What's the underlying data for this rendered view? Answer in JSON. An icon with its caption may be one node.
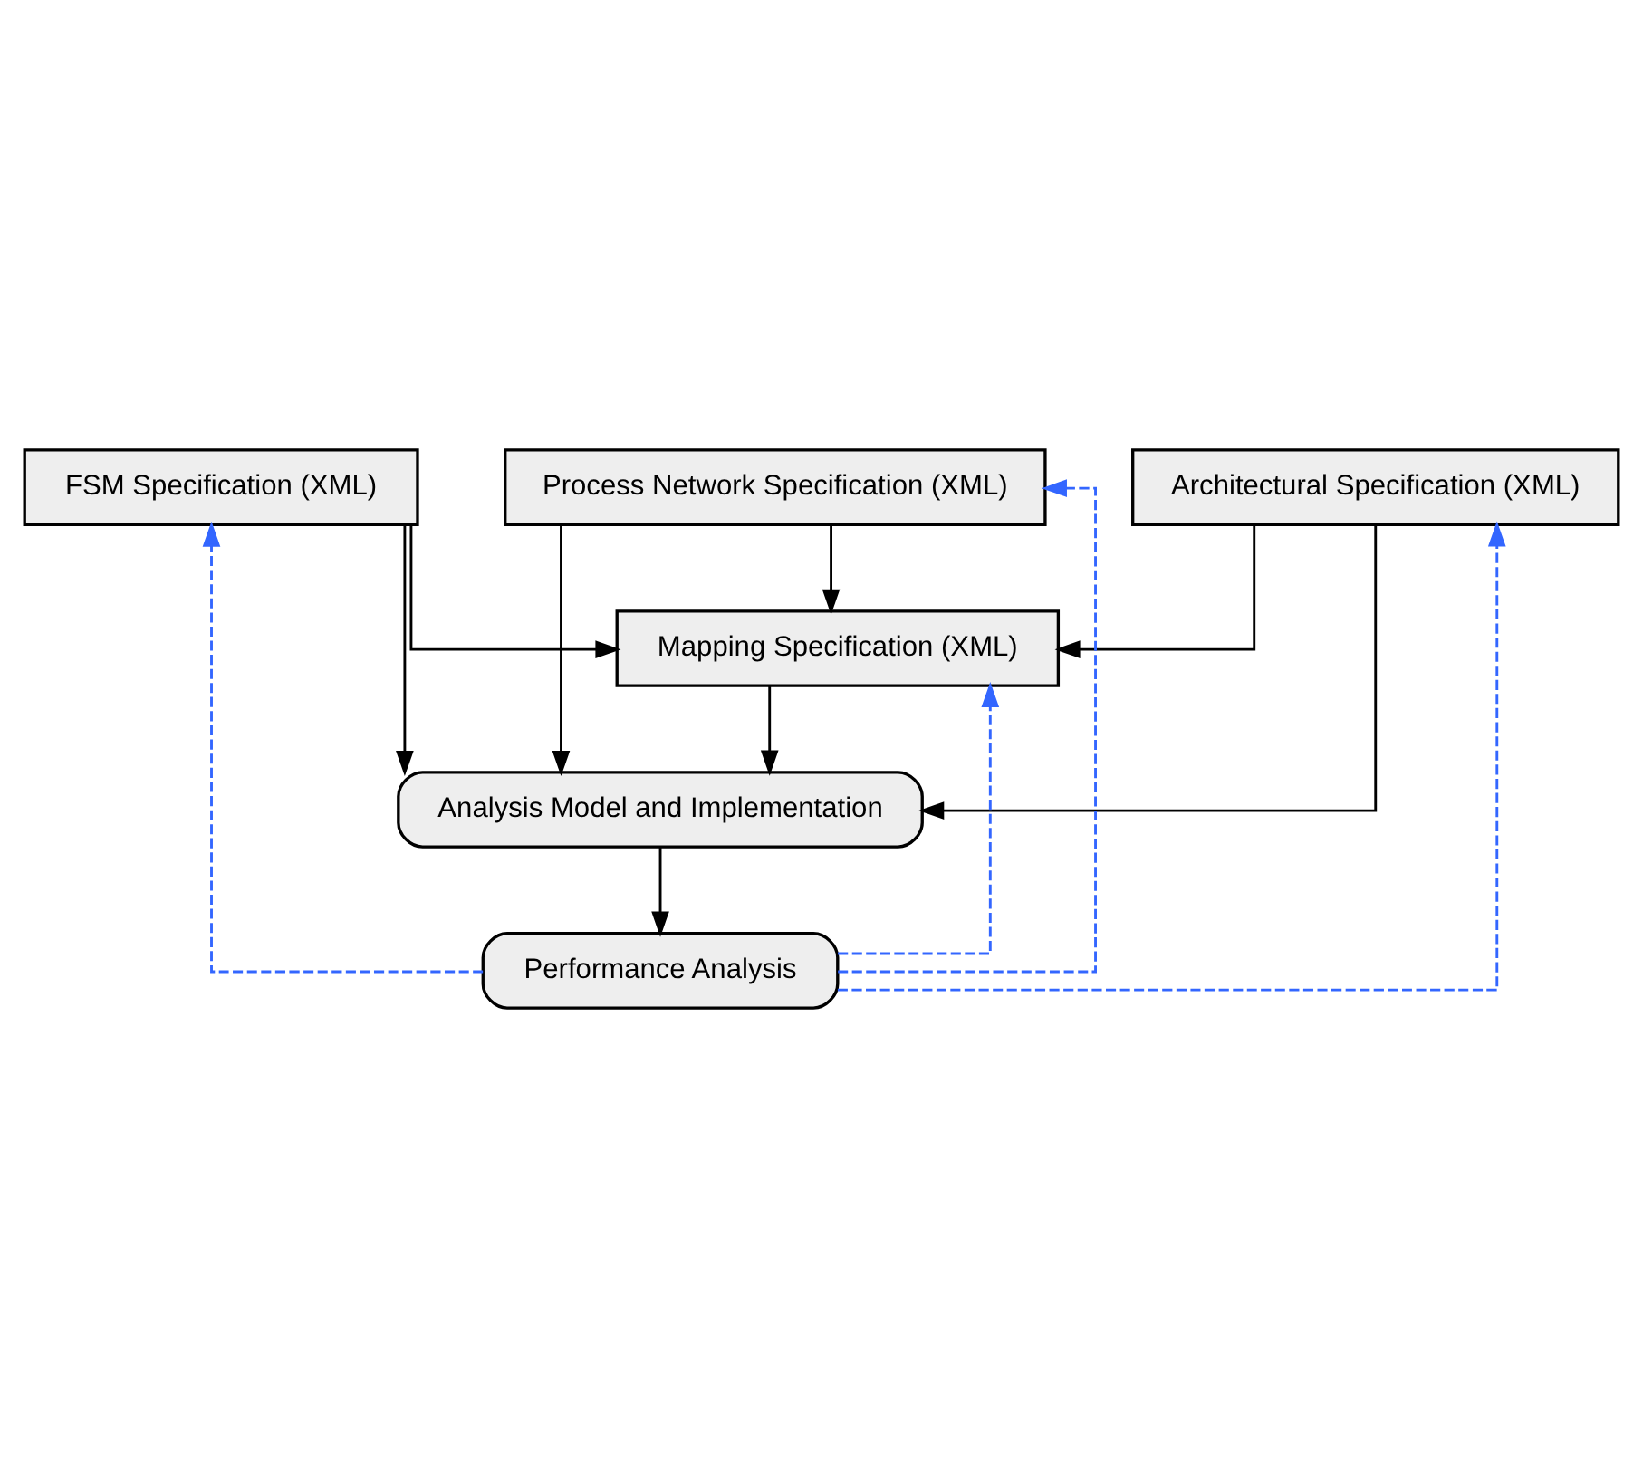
{
  "diagram": {
    "nodes": [
      {
        "text": [
          "FSM Specification (XML)"
        ]
      },
      {
        "text": [
          "Process Network Specification (XML)"
        ]
      },
      {
        "text": [
          "Architectural Specification (XML)"
        ]
      },
      {
        "text": [
          "Mapping Specification (XML)"
        ]
      },
      {
        "text": [
          "Analysis Model and Implementation"
        ]
      },
      {
        "text": [
          "Performance Analysis"
        ]
      }
    ],
    "edges": [
      {
        "from": 0,
        "to": 4,
        "arrow": "to"
      },
      {
        "from": 0,
        "to": 3,
        "arrow": "to"
      },
      {
        "from": 1,
        "to": 3,
        "arrow": "to"
      },
      {
        "from": 2,
        "to": 3,
        "arrow": "to"
      },
      {
        "from": 1,
        "to": 4,
        "arrow": "to"
      },
      {
        "from": 3,
        "to": 4,
        "arrow": "to"
      },
      {
        "from": 2,
        "to": 4,
        "arrow": "to"
      },
      {
        "from": 4,
        "to": 5,
        "arrow": "to"
      },
      {
        "from": 5,
        "to": 3,
        "arrow": "to",
        "style": "dashed",
        "color": "#3366ff"
      },
      {
        "from": 5,
        "to": 1,
        "arrow": "to",
        "style": "dashed",
        "color": "#3366ff"
      },
      {
        "from": 5,
        "to": 2,
        "arrow": "to",
        "style": "dashed",
        "color": "#3366ff"
      },
      {
        "from": 5,
        "to": 0,
        "arrow": "to",
        "style": "dashed",
        "color": "#3366ff"
      }
    ]
  }
}
